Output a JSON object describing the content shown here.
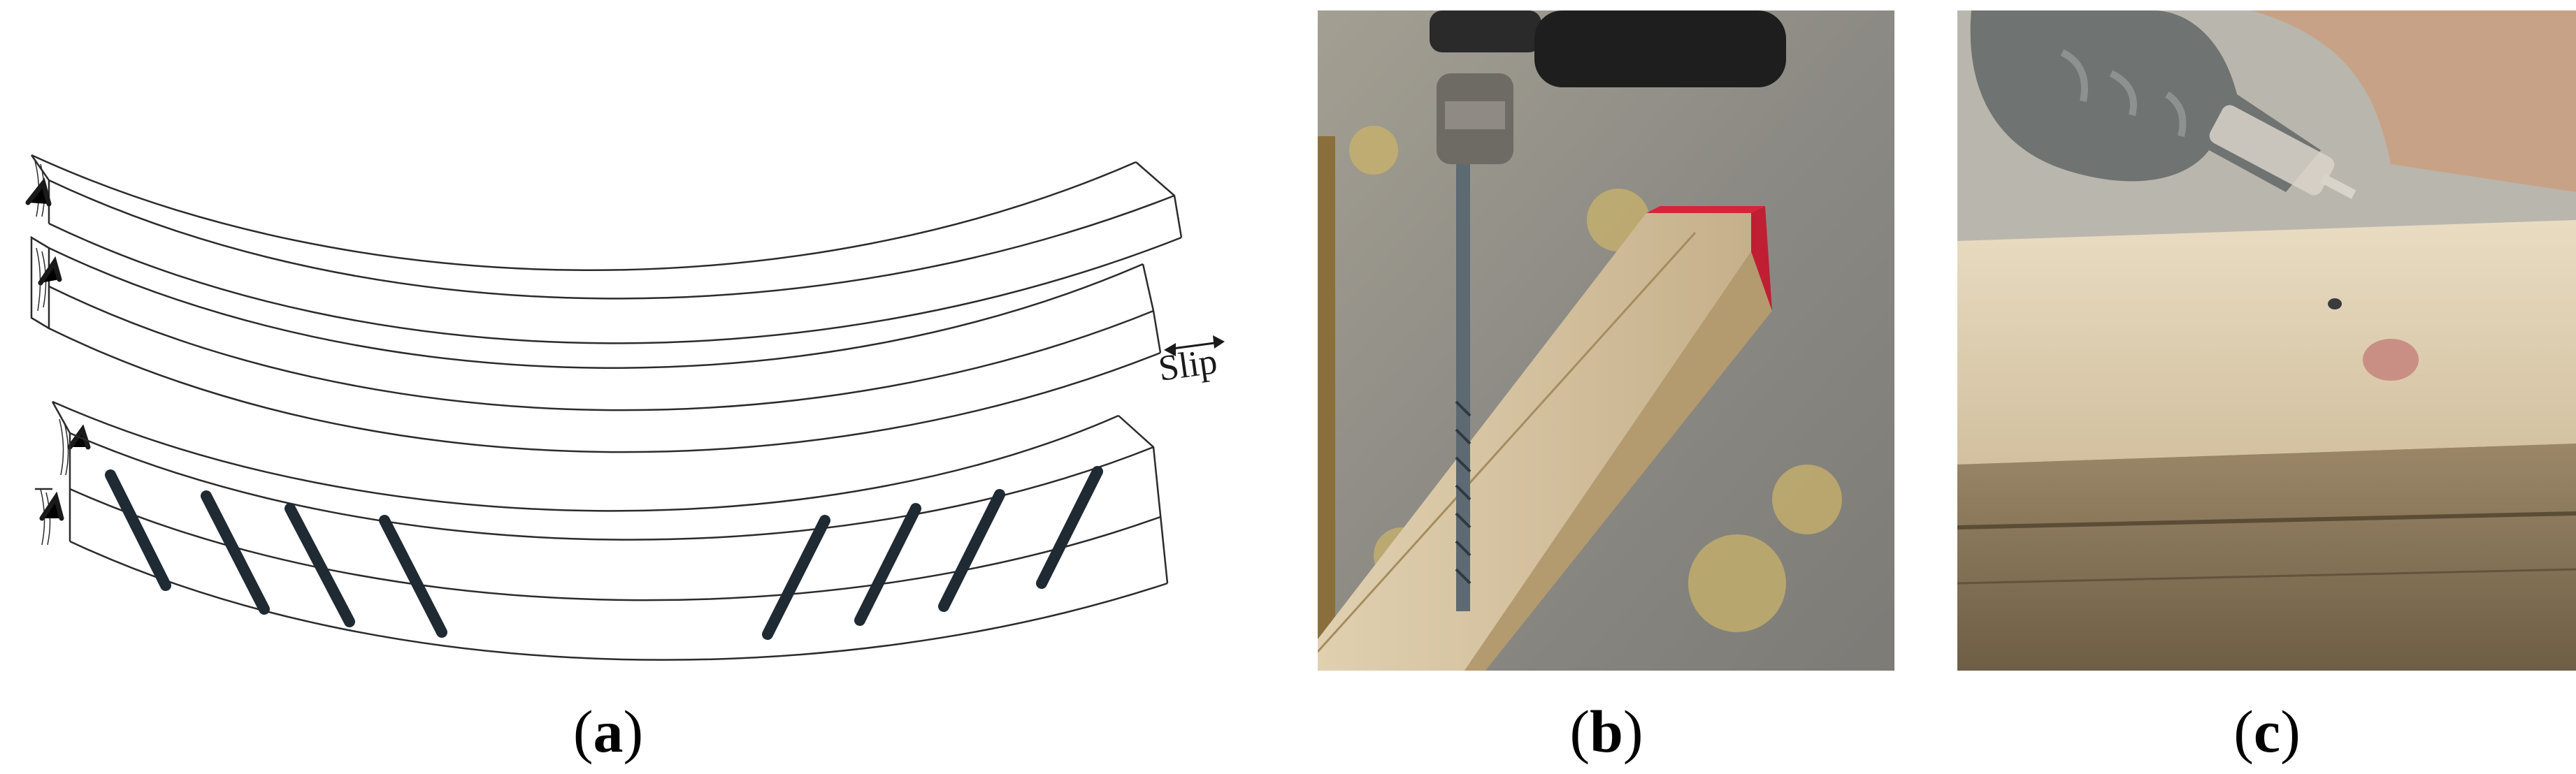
{
  "figure": {
    "panels": [
      {
        "id": "a",
        "caption": "a",
        "content": "line drawing of curved timber beams"
      },
      {
        "id": "b",
        "caption": "b",
        "content": "photo drilling timber"
      },
      {
        "id": "c",
        "caption": "c",
        "content": "photo injecting into hole"
      }
    ],
    "annotation_slip": "Slip"
  },
  "colors": {
    "line": "#2b2b2b",
    "rod": "#1f2a33",
    "wood": "#d8c7a5",
    "concrete": "#8f8f8a",
    "red_end": "#d8233a"
  }
}
